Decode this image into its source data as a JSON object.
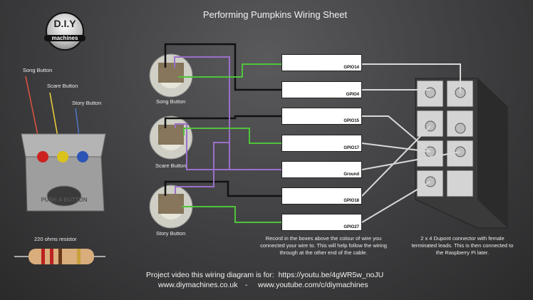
{
  "title": "Performing Pumpkins Wiring Sheet",
  "logo": {
    "top": "D.I.Y",
    "bottom": "machines"
  },
  "left_panel": {
    "button_labels": [
      "Song Button",
      "Scare Button",
      "Story Button"
    ],
    "box_text": "PUSH A BUTTON",
    "resistor_label": "220 ohms resistor"
  },
  "switches": [
    "Song Button",
    "Scare Button",
    "Story Button"
  ],
  "gpio_boxes": [
    "GPIO14",
    "GPIO4",
    "GPIO15",
    "GPIO17",
    "Ground",
    "GPIO18",
    "GPIO27"
  ],
  "notes": {
    "record": "Record in the boxes above the colour of wire you connected your wire to. This will help follow the wiring through at the other end of the cable.",
    "connector": "2 x 4 Dupont connector with female terminated leads. This is then connected to the Raspberry Pi later."
  },
  "footer": {
    "line1": "Project video this wiring diagram is for:  https://youtu.be/4gWR5w_noJU",
    "site": "www.diymachines.co.uk",
    "sep": "-",
    "youtube": "www.youtube.com/c/diymachines"
  },
  "colors": {
    "wire_black": "#111111",
    "wire_purple": "#9b6fc9",
    "wire_green": "#4fc43c",
    "wire_grey": "#d8d8d8",
    "song": "#e0523e",
    "scare": "#f3d23a",
    "story": "#4d78c9"
  }
}
